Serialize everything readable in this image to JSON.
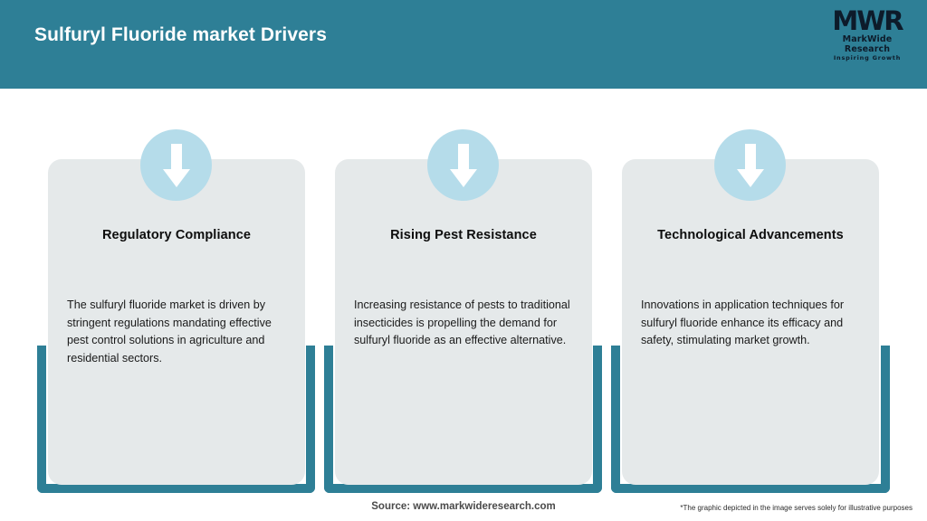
{
  "header": {
    "title": "Sulfuryl Fluoride market Drivers",
    "background_color": "#2e7f96",
    "title_color": "#ffffff"
  },
  "logo": {
    "mark": "MWR",
    "name": "MarkWide Research",
    "tagline": "Inspiring Growth"
  },
  "theme": {
    "accent_color": "#2e7f96",
    "card_color": "#e5e9ea",
    "icon_circle_color": "#b5dcea",
    "arrow_color": "#ffffff"
  },
  "cards": [
    {
      "icon": "arrow-down-icon",
      "title": "Regulatory Compliance",
      "body": "The sulfuryl fluoride market is driven by stringent regulations mandating effective pest control solutions in agriculture and residential sectors."
    },
    {
      "icon": "arrow-down-icon",
      "title": "Rising Pest Resistance",
      "body": "Increasing resistance of pests to traditional insecticides is propelling the demand for sulfuryl fluoride as an effective alternative."
    },
    {
      "icon": "arrow-down-icon",
      "title": "Technological Advancements",
      "body": "Innovations in application techniques for sulfuryl fluoride enhance its efficacy and safety, stimulating market growth."
    }
  ],
  "footer": {
    "source": "Source: www.markwideresearch.com",
    "disclaimer": "*The graphic depicted in the image serves solely for illustrative purposes"
  }
}
